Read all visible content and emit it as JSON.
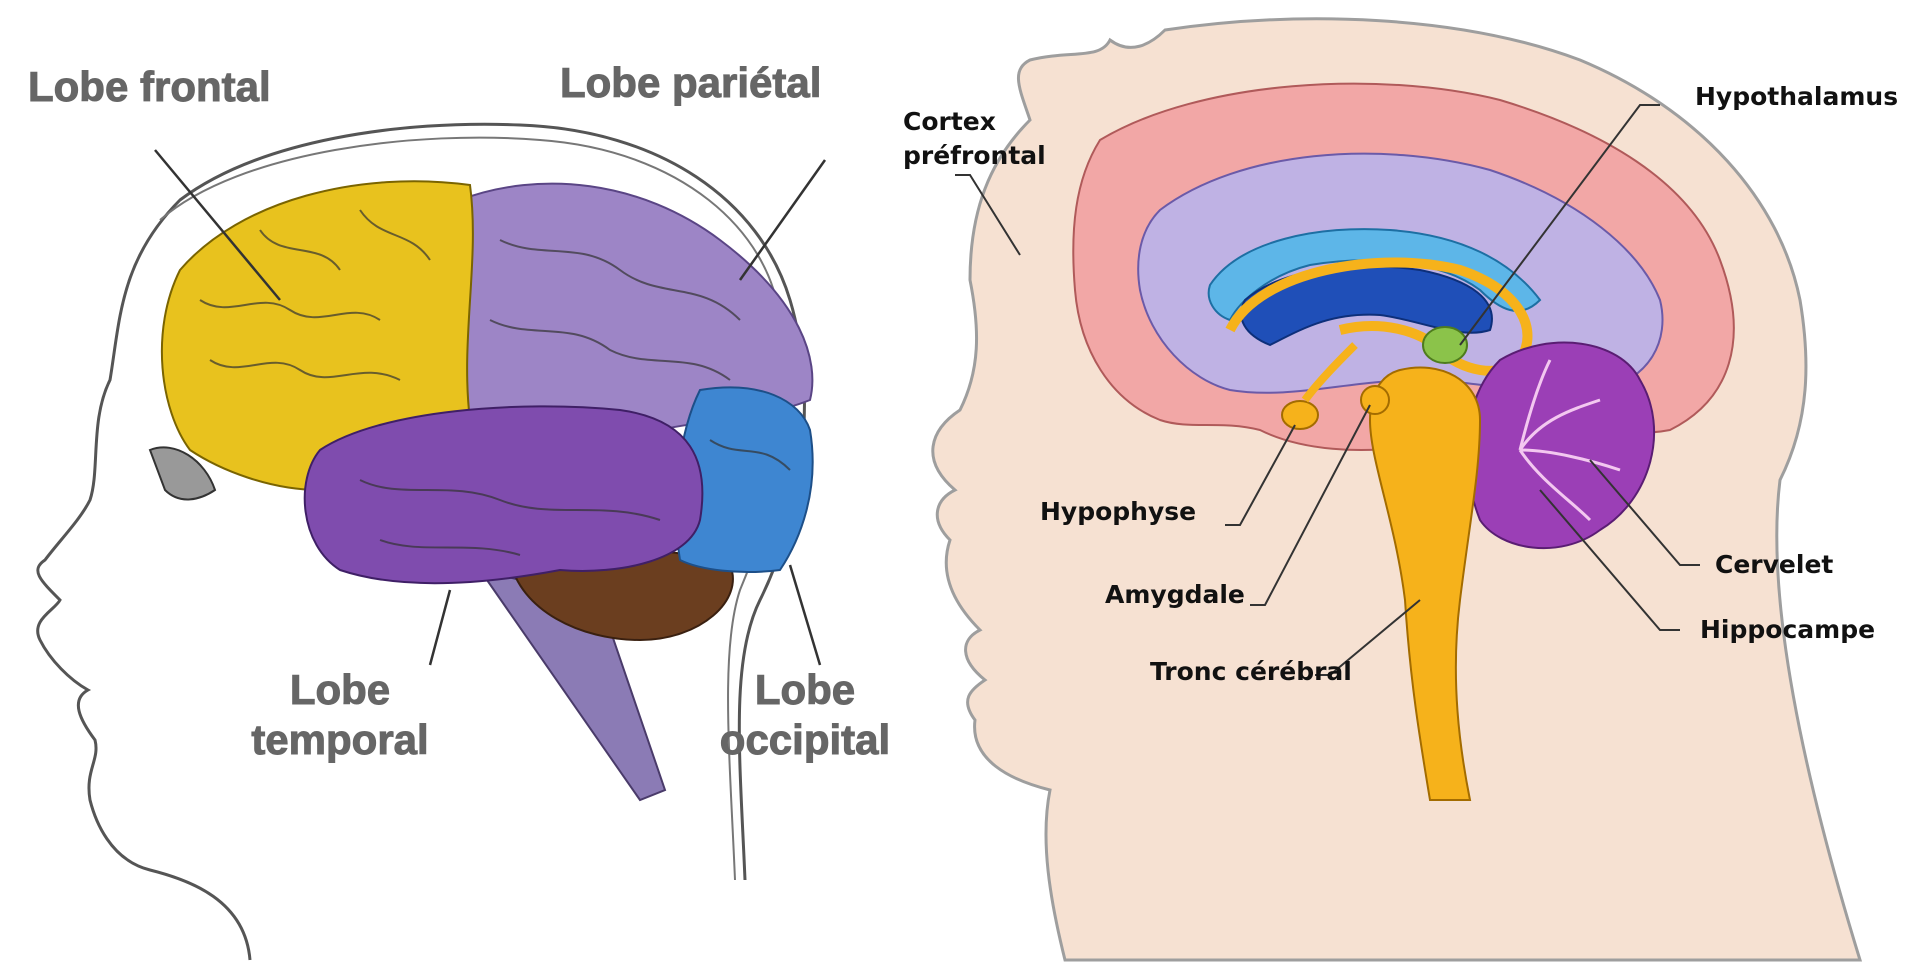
{
  "left_diagram": {
    "labels": {
      "frontal": "Lobe frontal",
      "parietal": "Lobe pariétal",
      "temporal_line1": "Lobe",
      "temporal_line2": "temporal",
      "occipital_line1": "Lobe",
      "occipital_line2": "occipital"
    },
    "colors": {
      "frontal": "#E8C21E",
      "parietal": "#9D85C6",
      "temporal": "#7F4CAE",
      "occipital": "#3E86D1",
      "cerebellum": "#6B3E1F",
      "brainstem": "#8B7BB5"
    }
  },
  "right_diagram": {
    "labels": {
      "cortex_line1": "Cortex",
      "cortex_line2": "préfrontal",
      "hypothalamus": "Hypothalamus",
      "hypophyse": "Hypophyse",
      "amygdale": "Amygdale",
      "tronc": "Tronc cérébral",
      "cervelet": "Cervelet",
      "hippocampe": "Hippocampe"
    },
    "colors": {
      "head": "#F6E1D2",
      "cortex": "#F2A7A6",
      "white_matter": "#BFB2E4",
      "corpus_callosum": "#5DB6E8",
      "ventricle": "#1F4FB8",
      "limbic": "#F6B21B",
      "cerebellum": "#9B3FB6",
      "hypothalamus": "#8BC34A"
    }
  }
}
